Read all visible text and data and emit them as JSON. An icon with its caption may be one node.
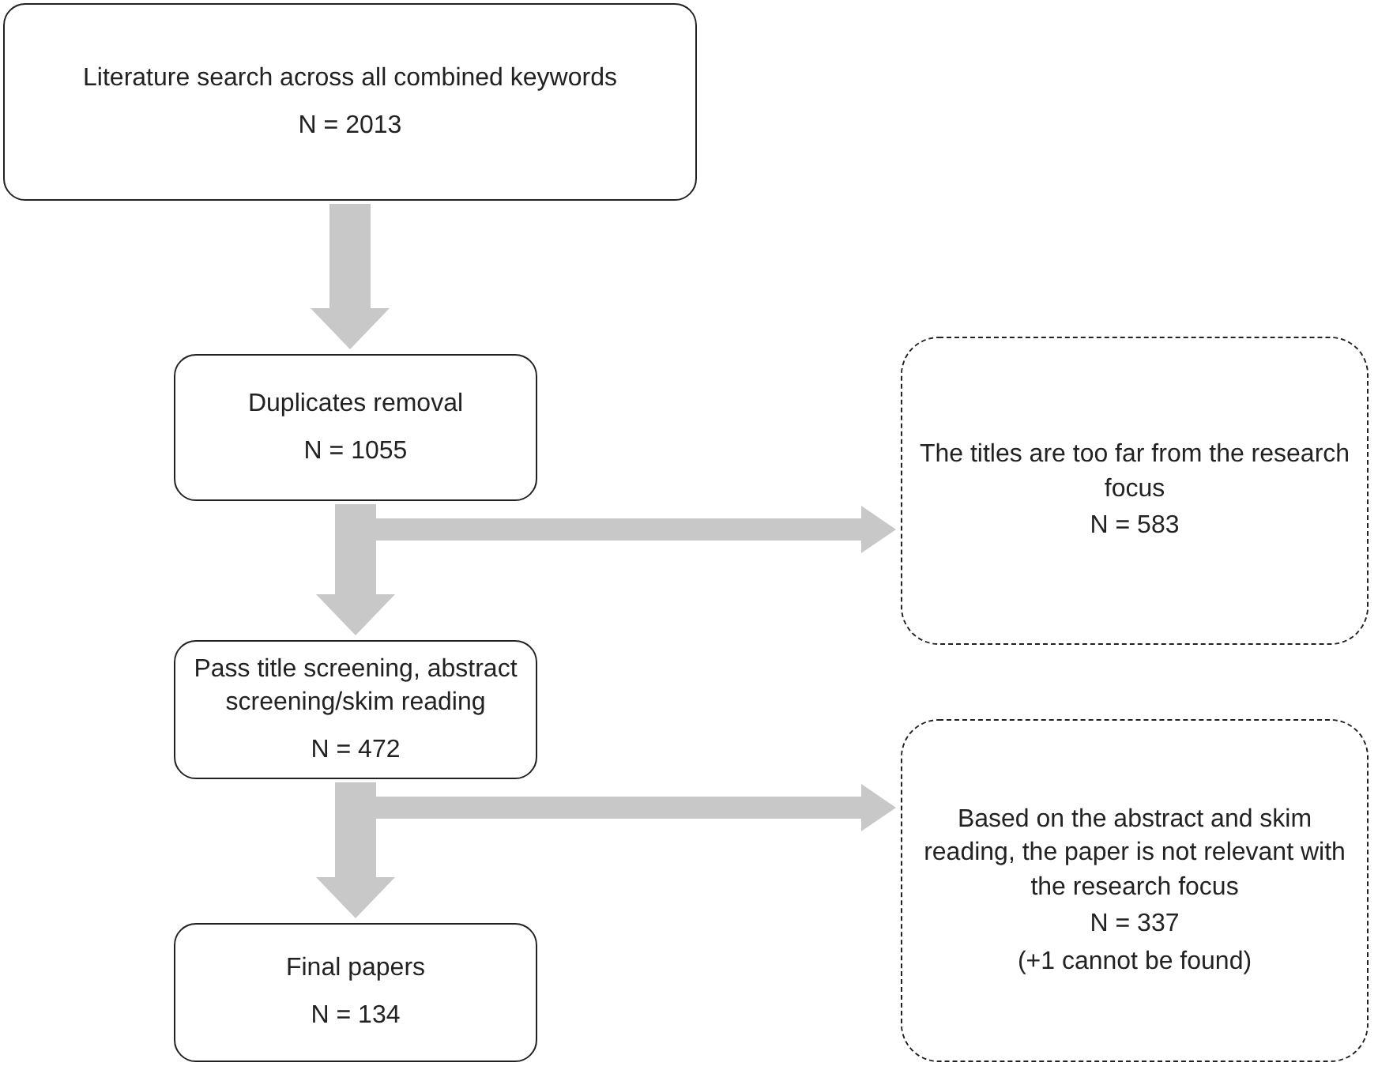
{
  "diagram": {
    "nodes": [
      {
        "text": [
          "Literature search across all combined keywords",
          "N = 2013"
        ]
      },
      {
        "text": [
          "Duplicates removal",
          "N = 1055"
        ]
      },
      {
        "text": [
          "Pass title screening, abstract screening/skim reading",
          "N = 472"
        ]
      },
      {
        "text": [
          "Final papers",
          "N = 134"
        ]
      },
      {
        "text": [
          "The titles are too far from the research focus",
          "N = 583"
        ]
      },
      {
        "text": [
          "Based on the abstract and skim reading, the paper is not relevant with the research focus",
          "N = 337",
          "(+1 cannot be found)"
        ]
      }
    ],
    "edges": [
      {
        "from": 0,
        "to": 1,
        "arrow": "to"
      },
      {
        "from": 1,
        "to": 2,
        "arrow": "to"
      },
      {
        "from": 1,
        "to": 4,
        "arrow": "to"
      },
      {
        "from": 2,
        "to": 3,
        "arrow": "to"
      },
      {
        "from": 2,
        "to": 5,
        "arrow": "to"
      }
    ]
  }
}
